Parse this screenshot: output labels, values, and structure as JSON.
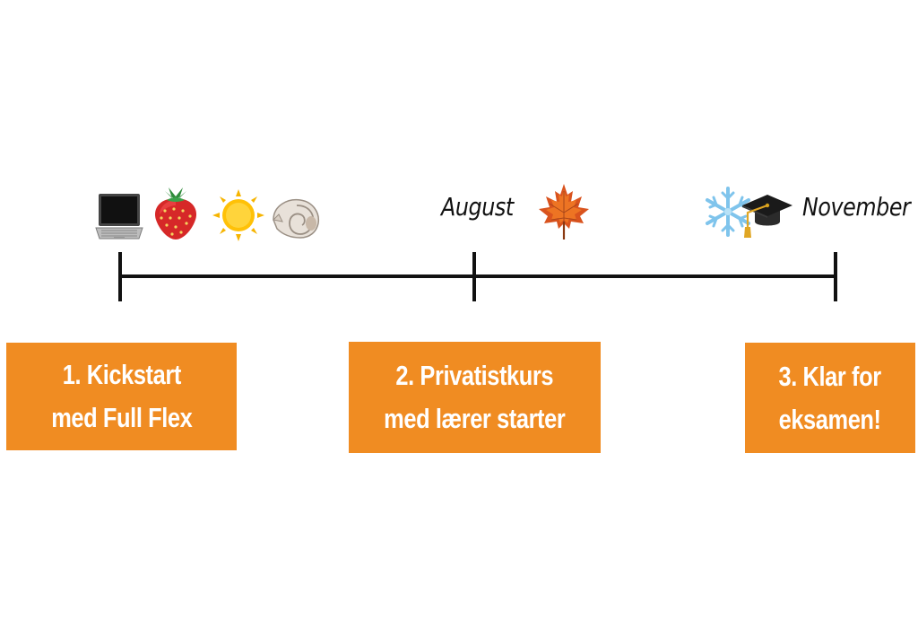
{
  "timeline": {
    "labels": {
      "august": "August",
      "november": "November"
    },
    "icons": {
      "start": [
        "laptop-icon",
        "strawberry-icon",
        "sun-icon",
        "shell-icon"
      ],
      "middle": [
        "maple-leaf-icon"
      ],
      "end": [
        "snowflake-icon",
        "graduation-cap-icon"
      ]
    }
  },
  "cards": [
    {
      "line1": "1. Kickstart",
      "line2": "med Full Flex"
    },
    {
      "line1": "2. Privatistkurs",
      "line2": "med lærer starter"
    },
    {
      "line1": "3. Klar for",
      "line2": "eksamen!"
    }
  ],
  "colors": {
    "card_background": "#f08c22",
    "card_text": "#ffffff",
    "timeline": "#111111"
  }
}
